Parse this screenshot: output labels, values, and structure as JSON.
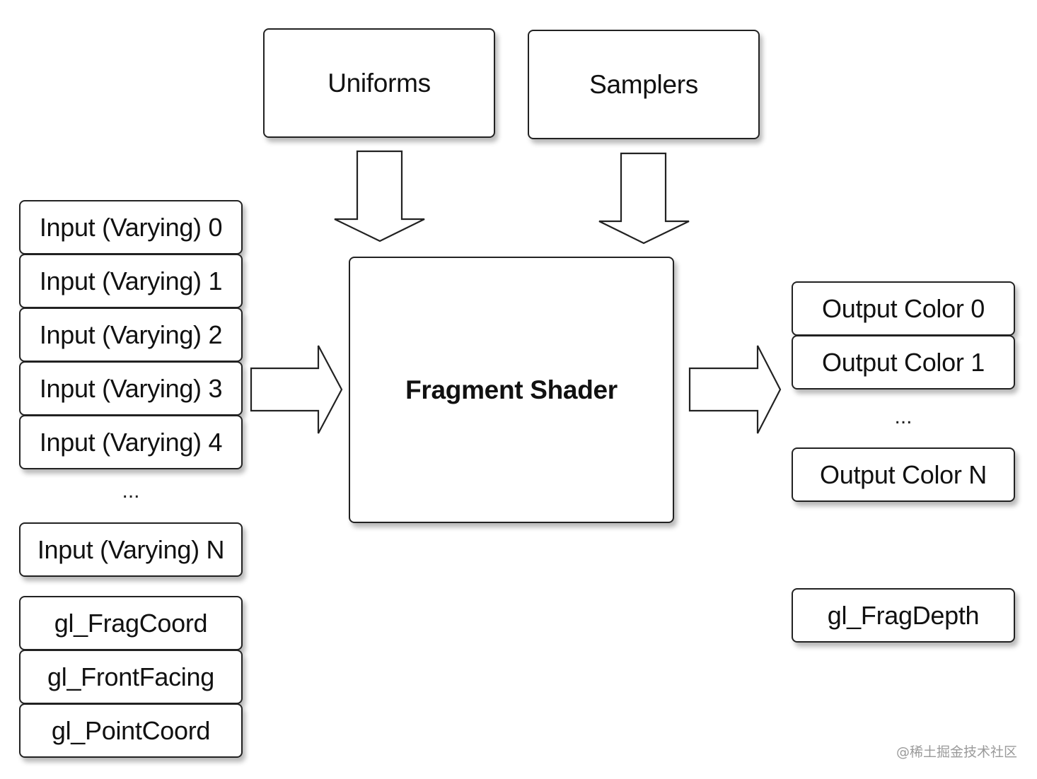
{
  "uniforms": {
    "label": "Uniforms"
  },
  "samplers": {
    "label": "Samplers"
  },
  "shader": {
    "label": "Fragment Shader"
  },
  "inputs": {
    "varyings": [
      "Input (Varying) 0",
      "Input (Varying) 1",
      "Input (Varying) 2",
      "Input (Varying) 3",
      "Input (Varying) 4"
    ],
    "ellipsis": "...",
    "last": "Input (Varying) N",
    "builtins": [
      "gl_FragCoord",
      "gl_FrontFacing",
      "gl_PointCoord"
    ]
  },
  "outputs": {
    "colors": [
      "Output Color 0",
      "Output Color 1"
    ],
    "ellipsis": "...",
    "last": "Output Color N",
    "depth": "gl_FragDepth"
  },
  "watermark": "@稀土掘金技术社区"
}
